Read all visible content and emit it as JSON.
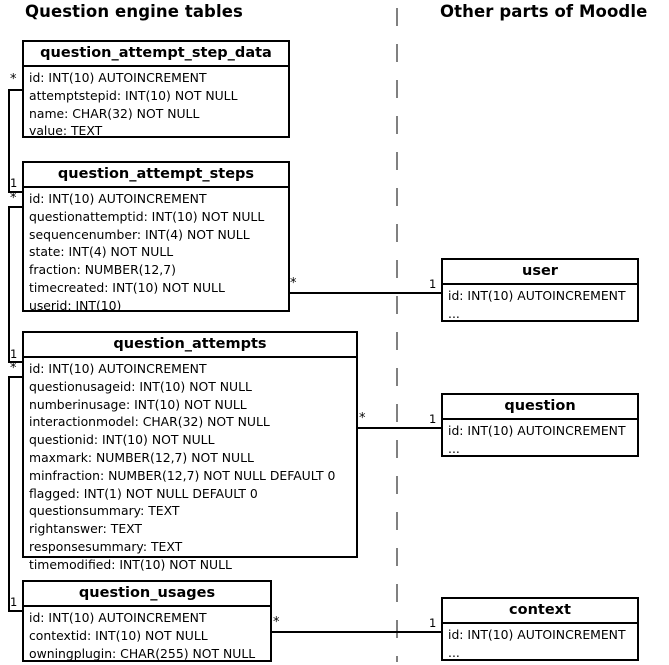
{
  "titles": {
    "left": "Question engine tables",
    "right": "Other parts of Moodle"
  },
  "cardinality": {
    "one": "1",
    "many": "*"
  },
  "tables": {
    "question_attempt_step_data": {
      "name": "question_attempt_step_data",
      "fields": [
        "id: INT(10) AUTOINCREMENT",
        "attemptstepid: INT(10) NOT NULL",
        "name: CHAR(32) NOT NULL",
        "value: TEXT"
      ]
    },
    "question_attempt_steps": {
      "name": "question_attempt_steps",
      "fields": [
        "id: INT(10) AUTOINCREMENT",
        "questionattemptid: INT(10) NOT NULL",
        "sequencenumber: INT(4) NOT NULL",
        "state: INT(4) NOT NULL",
        "fraction: NUMBER(12,7)",
        "timecreated: INT(10) NOT NULL",
        "userid: INT(10)"
      ]
    },
    "question_attempts": {
      "name": "question_attempts",
      "fields": [
        "id: INT(10) AUTOINCREMENT",
        "questionusageid: INT(10) NOT NULL",
        "numberinusage: INT(10) NOT NULL",
        "interactionmodel: CHAR(32) NOT NULL",
        "questionid: INT(10) NOT NULL",
        "maxmark: NUMBER(12,7) NOT NULL",
        "minfraction: NUMBER(12,7) NOT NULL DEFAULT 0",
        "flagged: INT(1) NOT NULL DEFAULT 0",
        "questionsummary: TEXT",
        "rightanswer: TEXT",
        "responsesummary: TEXT",
        "timemodified: INT(10) NOT NULL"
      ]
    },
    "question_usages": {
      "name": "question_usages",
      "fields": [
        "id: INT(10) AUTOINCREMENT",
        "contextid: INT(10) NOT NULL",
        "owningplugin: CHAR(255) NOT NULL"
      ]
    },
    "user": {
      "name": "user",
      "fields": [
        "id: INT(10) AUTOINCREMENT",
        "..."
      ]
    },
    "question": {
      "name": "question",
      "fields": [
        "id: INT(10) AUTOINCREMENT",
        "..."
      ]
    },
    "context": {
      "name": "context",
      "fields": [
        "id: INT(10) AUTOINCREMENT",
        "..."
      ]
    }
  }
}
